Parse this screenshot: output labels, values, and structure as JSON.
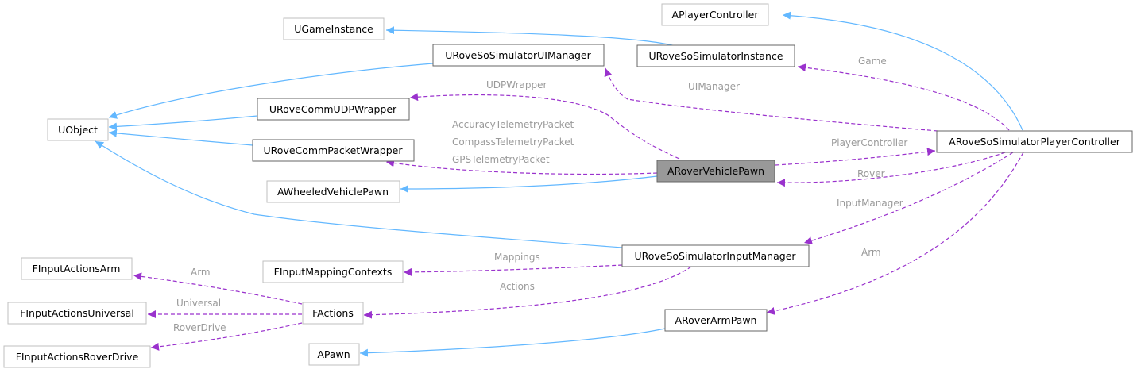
{
  "colors": {
    "inheritance": "#63b8ff",
    "usage": "#9a32cd",
    "focus_fill": "#999999",
    "label": "#9a9a9a"
  },
  "nodes": [
    {
      "id": "APlayerController",
      "label": "APlayerController",
      "kind": "external"
    },
    {
      "id": "UGameInstance",
      "label": "UGameInstance",
      "kind": "external"
    },
    {
      "id": "URoveSoSimulatorUIManager",
      "label": "URoveSoSimulatorUIManager",
      "kind": "documented"
    },
    {
      "id": "URoveSoSimulatorInstance",
      "label": "URoveSoSimulatorInstance",
      "kind": "documented"
    },
    {
      "id": "URoveCommUDPWrapper",
      "label": "URoveCommUDPWrapper",
      "kind": "documented"
    },
    {
      "id": "UObject",
      "label": "UObject",
      "kind": "external"
    },
    {
      "id": "URoveCommPacketWrapper",
      "label": "URoveCommPacketWrapper",
      "kind": "documented"
    },
    {
      "id": "ARoverVehiclePawn",
      "label": "ARoverVehiclePawn",
      "kind": "focus"
    },
    {
      "id": "ARoveSoSimulatorPlayerController",
      "label": "ARoveSoSimulatorPlayerController",
      "kind": "documented"
    },
    {
      "id": "AWheeledVehiclePawn",
      "label": "AWheeledVehiclePawn",
      "kind": "external"
    },
    {
      "id": "URoveSoSimulatorInputManager",
      "label": "URoveSoSimulatorInputManager",
      "kind": "documented"
    },
    {
      "id": "FInputActionsArm",
      "label": "FInputActionsArm",
      "kind": "external"
    },
    {
      "id": "FInputMappingContexts",
      "label": "FInputMappingContexts",
      "kind": "external"
    },
    {
      "id": "FInputActionsUniversal",
      "label": "FInputActionsUniversal",
      "kind": "external"
    },
    {
      "id": "FActions",
      "label": "FActions",
      "kind": "external"
    },
    {
      "id": "ARoverArmPawn",
      "label": "ARoverArmPawn",
      "kind": "documented"
    },
    {
      "id": "FInputActionsRoverDrive",
      "label": "FInputActionsRoverDrive",
      "kind": "external"
    },
    {
      "id": "APawn",
      "label": "APawn",
      "kind": "external"
    }
  ],
  "edges": [
    {
      "id": "e1",
      "from": "ARoveSoSimulatorPlayerController",
      "to": "APlayerController",
      "type": "inheritance"
    },
    {
      "id": "e2",
      "from": "URoveSoSimulatorInstance",
      "to": "UGameInstance",
      "type": "inheritance"
    },
    {
      "id": "e3",
      "from": "URoveSoSimulatorUIManager",
      "to": "UObject",
      "type": "inheritance"
    },
    {
      "id": "e4",
      "from": "URoveCommUDPWrapper",
      "to": "UObject",
      "type": "inheritance"
    },
    {
      "id": "e5",
      "from": "URoveCommPacketWrapper",
      "to": "UObject",
      "type": "inheritance"
    },
    {
      "id": "e6",
      "from": "URoveSoSimulatorInputManager",
      "to": "UObject",
      "type": "inheritance"
    },
    {
      "id": "e7",
      "from": "ARoverVehiclePawn",
      "to": "AWheeledVehiclePawn",
      "type": "inheritance"
    },
    {
      "id": "e8",
      "from": "ARoverArmPawn",
      "to": "APawn",
      "type": "inheritance"
    },
    {
      "id": "e9",
      "from": "ARoveSoSimulatorPlayerController",
      "to": "URoveSoSimulatorInstance",
      "type": "usage",
      "label": "Game"
    },
    {
      "id": "e10",
      "from": "ARoveSoSimulatorPlayerController",
      "to": "URoveSoSimulatorUIManager",
      "type": "usage",
      "label": "UIManager"
    },
    {
      "id": "e11",
      "from": "ARoverVehiclePawn",
      "to": "URoveCommUDPWrapper",
      "type": "usage",
      "label": "UDPWrapper"
    },
    {
      "id": "e12",
      "from": "ARoverVehiclePawn",
      "to": "URoveCommPacketWrapper",
      "type": "usage",
      "labels": [
        "AccuracyTelemetryPacket",
        "CompassTelemetryPacket",
        "GPSTelemetryPacket"
      ]
    },
    {
      "id": "e13",
      "from": "ARoverVehiclePawn",
      "to": "ARoveSoSimulatorPlayerController",
      "type": "usage",
      "label": "PlayerController"
    },
    {
      "id": "e14",
      "from": "ARoveSoSimulatorPlayerController",
      "to": "ARoverVehiclePawn",
      "type": "usage",
      "label": "Rover"
    },
    {
      "id": "e15",
      "from": "ARoveSoSimulatorPlayerController",
      "to": "URoveSoSimulatorInputManager",
      "type": "usage",
      "label": "InputManager"
    },
    {
      "id": "e16",
      "from": "ARoveSoSimulatorPlayerController",
      "to": "ARoverArmPawn",
      "type": "usage",
      "label": "Arm"
    },
    {
      "id": "e17",
      "from": "URoveSoSimulatorInputManager",
      "to": "FInputMappingContexts",
      "type": "usage",
      "label": "Mappings"
    },
    {
      "id": "e18",
      "from": "URoveSoSimulatorInputManager",
      "to": "FActions",
      "type": "usage",
      "label": "Actions"
    },
    {
      "id": "e19",
      "from": "FActions",
      "to": "FInputActionsArm",
      "type": "usage",
      "label": "Arm"
    },
    {
      "id": "e20",
      "from": "FActions",
      "to": "FInputActionsUniversal",
      "type": "usage",
      "label": "Universal"
    },
    {
      "id": "e21",
      "from": "FActions",
      "to": "FInputActionsRoverDrive",
      "type": "usage",
      "label": "RoverDrive"
    }
  ]
}
